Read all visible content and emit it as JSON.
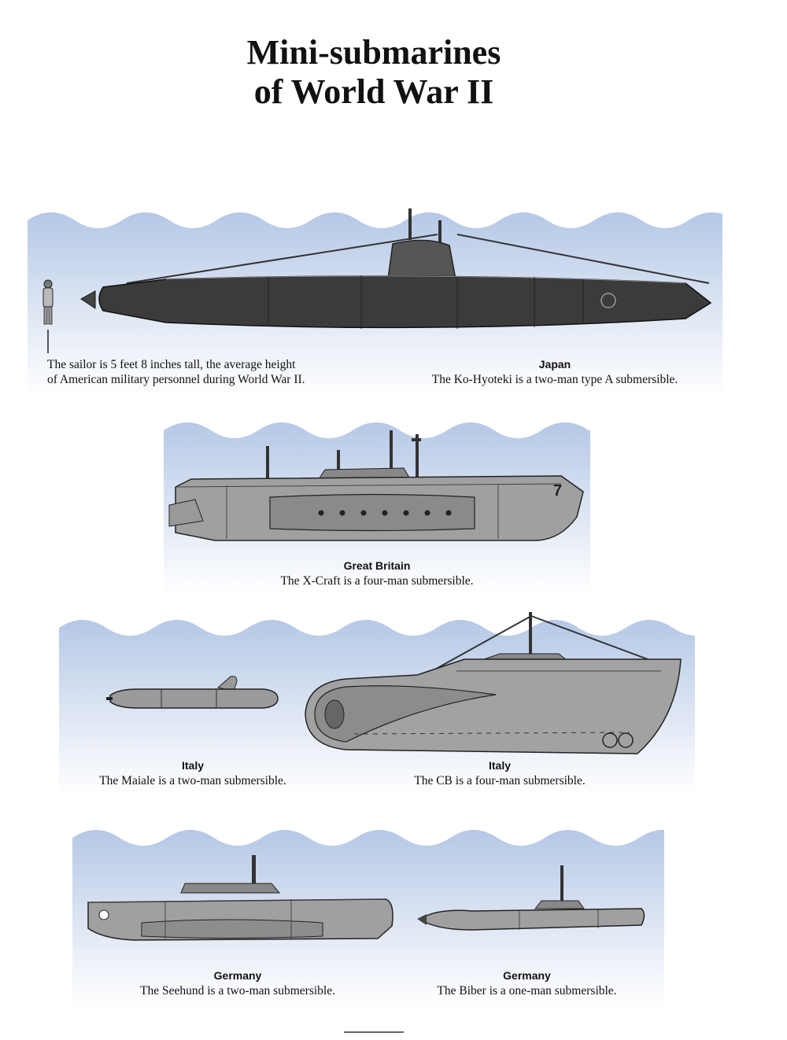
{
  "title_line1": "Mini-submarines",
  "title_line2": "of World War II",
  "colors": {
    "water_top": "#b7c9e6",
    "water_bottom": "#ffffff",
    "hull_dark": "#3a3a3a",
    "hull_grey": "#9c9c9c"
  },
  "panels": {
    "japan": {
      "sailor_caption_line1": "The sailor is 5 feet 8 inches tall, the average height",
      "sailor_caption_line2": "of American military personnel during World War II.",
      "country": "Japan",
      "description": "The Ko-Hyoteki is a two-man type A submersible."
    },
    "britain": {
      "country": "Great Britain",
      "description": "The X-Craft is a four-man submersible.",
      "hull_number": "7"
    },
    "italy_maiale": {
      "country": "Italy",
      "description": "The Maiale is a two-man submersible."
    },
    "italy_cb": {
      "country": "Italy",
      "description": "The CB is a four-man submersible."
    },
    "germany_seehund": {
      "country": "Germany",
      "description": "The Seehund is a two-man submersible."
    },
    "germany_biber": {
      "country": "Germany",
      "description": "The Biber is a one-man submersible."
    }
  }
}
